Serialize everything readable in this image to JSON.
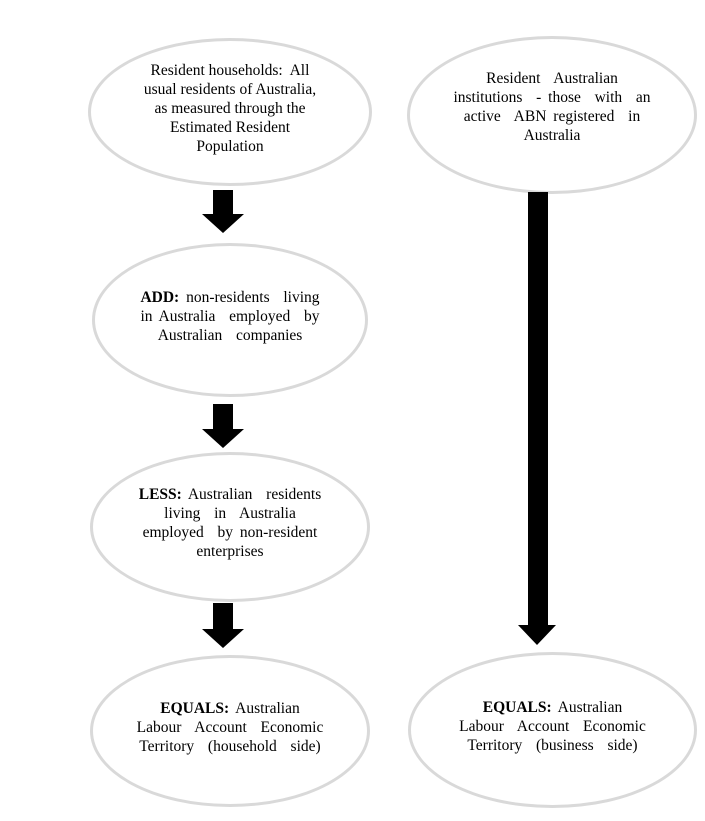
{
  "diagram": {
    "title_hint": "Australian Labour Account Economic Territory derivation",
    "background": "#ffffff",
    "ellipse_border_color": "#d9d9d9",
    "arrow_color": "#000000",
    "text_color": "#000000"
  },
  "nodes": {
    "households": {
      "line1": "Resident households:  All",
      "line2": "usual residents of Australia,",
      "line3": "as measured through the",
      "line4": "Estimated Resident",
      "line5": "Population"
    },
    "institutions": {
      "line1": "Resident  Australian",
      "line2": "institutions  - those  with  an",
      "line3": "active  ABN registered  in",
      "line4": "Australia"
    },
    "add": {
      "bold": "ADD:",
      "line1": " non-residents  living",
      "line2": "in Australia  employed  by",
      "line3": "Australian  companies"
    },
    "less": {
      "bold": "LESS:",
      "line1": " Australian  residents",
      "line2": "living  in  Australia",
      "line3": "employed  by non-resident",
      "line4": "enterprises"
    },
    "equals_household": {
      "bold": "EQUALS:",
      "line1": " Australian",
      "line2": "Labour  Account  Economic",
      "line3": "Territory  (household  side)"
    },
    "equals_business": {
      "bold": "EQUALS:",
      "line1": " Australian",
      "line2": "Labour  Account  Economic",
      "line3": "Territory  (business  side)"
    }
  },
  "connectors": [
    {
      "name": "arrow-households-to-add",
      "shape": "block-down-arrow",
      "color": "#000000"
    },
    {
      "name": "arrow-add-to-less",
      "shape": "block-down-arrow",
      "color": "#000000"
    },
    {
      "name": "arrow-less-to-equals-household",
      "shape": "block-down-arrow",
      "color": "#000000"
    },
    {
      "name": "arrow-institutions-to-equals-business",
      "shape": "long-block-down-arrow",
      "color": "#000000"
    }
  ]
}
